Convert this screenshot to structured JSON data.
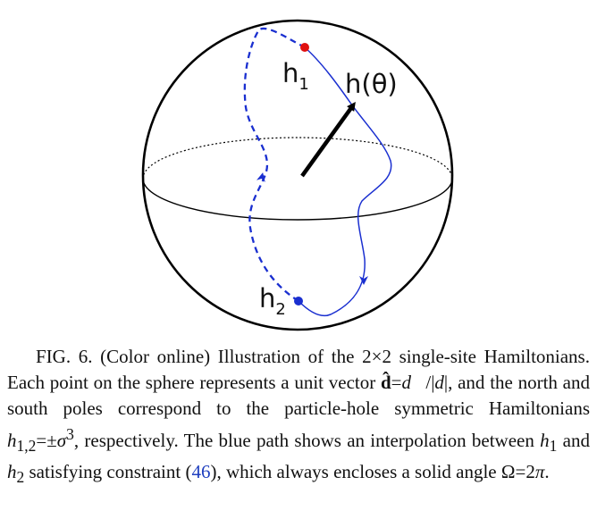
{
  "figure": {
    "labels": {
      "h1": "h",
      "h1_sub": "1",
      "h2": "h",
      "h2_sub": "2",
      "htheta": "h(θ)"
    },
    "colors": {
      "path": "#1a2fd0",
      "h1_point": "#e01010",
      "h2_point": "#1a2fd0",
      "arrow": "#000000"
    }
  },
  "caption": {
    "fig_label": "FIG. 6.",
    "t1": " (Color online) Illustration of the 2",
    "times": "×",
    "t2": "2 single-site Hamiltonians. Each point on the sphere represents a unit vector ",
    "dhat": "d̂",
    "eq1": "=",
    "dvec": "d⃗",
    "t3": "/|",
    "dnorm": "d",
    "t4": "|, and the north and south poles correspond to the particle-hole symmetric Hamiltonians ",
    "h12": "h",
    "h12_sub": "1,2",
    "t5": "=±",
    "sigma": "σ",
    "sigma_sup": "3",
    "t6": ", respectively. The blue path shows an interpolation between ",
    "h1": "h",
    "h1_sub": "1",
    "t7": " and ",
    "h2": "h",
    "h2_sub": "2",
    "t8": " satisfying constraint (",
    "ref": "46",
    "t9": "), which always encloses a solid angle ",
    "omega": "Ω",
    "t10": "=2",
    "pi": "π",
    "t11": "."
  }
}
